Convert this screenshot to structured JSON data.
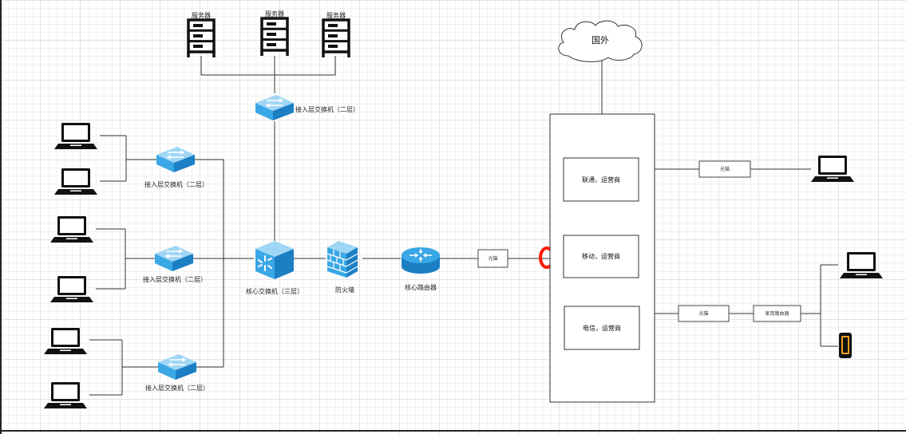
{
  "labels": {
    "server": "服务器",
    "access_switch": "接入层交换机（二层）",
    "core_switch": "核心交换机（三层）",
    "firewall": "防火墙",
    "core_router": "核心路由器",
    "fiber": "光猫",
    "cloud": "国外",
    "isp_unicom": "联通，运营商",
    "isp_mobile": "移动，运营商",
    "isp_telecom": "电信，运营商",
    "home_router": "家用路由器"
  },
  "colors": {
    "device_blue": "#3aa7e6",
    "device_blue_dark": "#1b7fc4",
    "device_blue_light": "#9fd6f5",
    "highlight_red": "#ff1a00",
    "phone_orange": "#f0a020"
  },
  "icons": [
    "server-icon",
    "laptop-icon",
    "switch-icon",
    "firewall-icon",
    "router-icon",
    "cloud-icon",
    "phone-icon"
  ]
}
